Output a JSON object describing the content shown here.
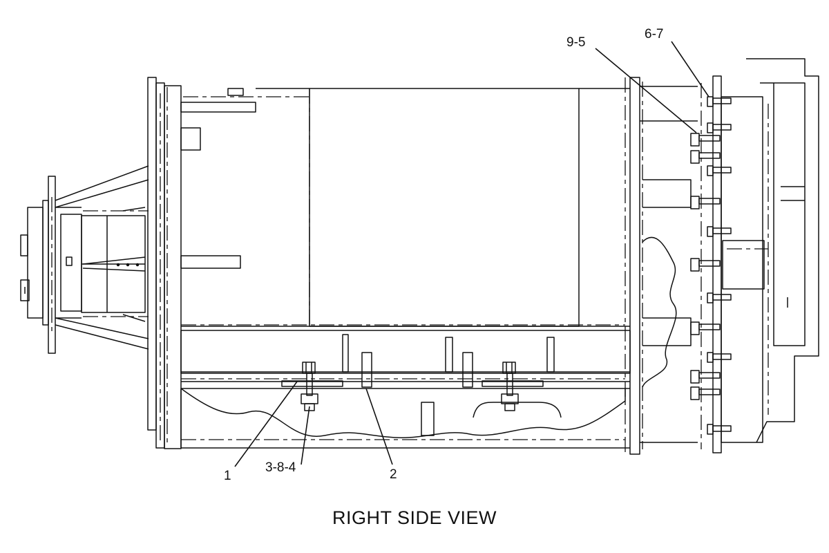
{
  "diagram": {
    "caption": "RIGHT SIDE VIEW",
    "callouts": {
      "c_9_5": "9-5",
      "c_6_7": "6-7",
      "c_1": "1",
      "c_3_8_4": "3-8-4",
      "c_2": "2"
    }
  },
  "colors": {
    "ink": "#111111",
    "background": "#ffffff"
  }
}
